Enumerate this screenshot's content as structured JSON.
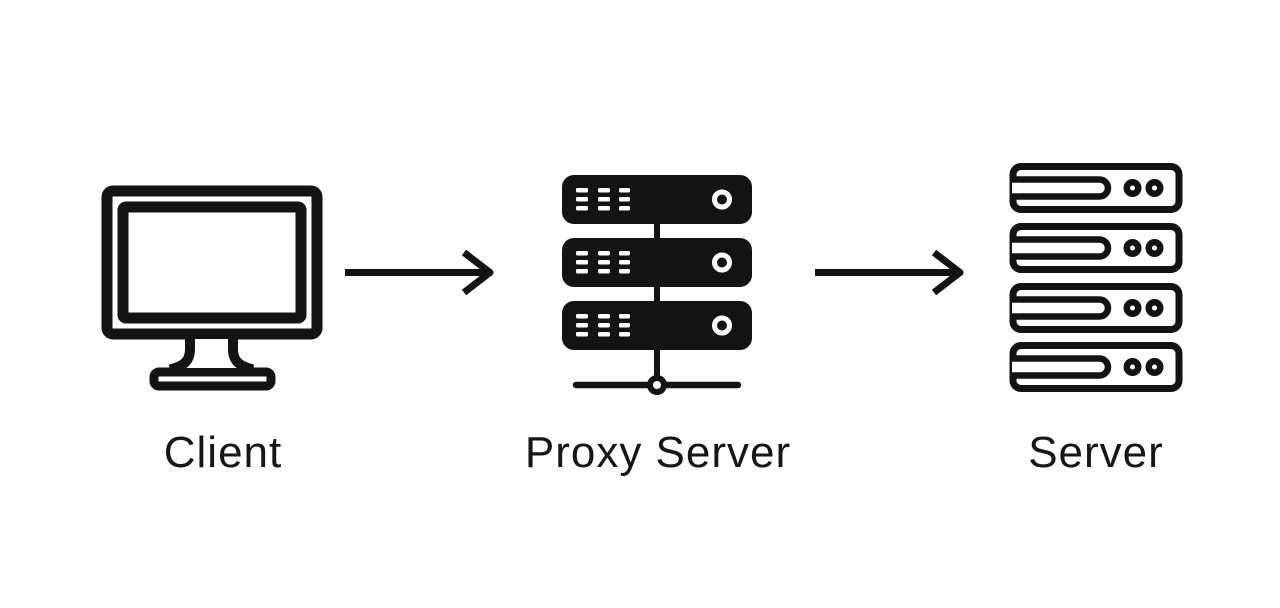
{
  "canvas": {
    "background_color": "#ffffff",
    "ink_color": "#131313"
  },
  "diagram": {
    "type": "flow",
    "nodes": [
      {
        "id": "client",
        "label": "Client",
        "icon": "desktop-monitor-icon"
      },
      {
        "id": "proxy-server",
        "label": "Proxy Server",
        "icon": "server-stack-icon"
      },
      {
        "id": "server",
        "label": "Server",
        "icon": "server-rack-icon"
      }
    ],
    "connections": [
      {
        "from": "client",
        "to": "proxy-server",
        "style": "arrow-right"
      },
      {
        "from": "proxy-server",
        "to": "server",
        "style": "arrow-right"
      }
    ]
  }
}
